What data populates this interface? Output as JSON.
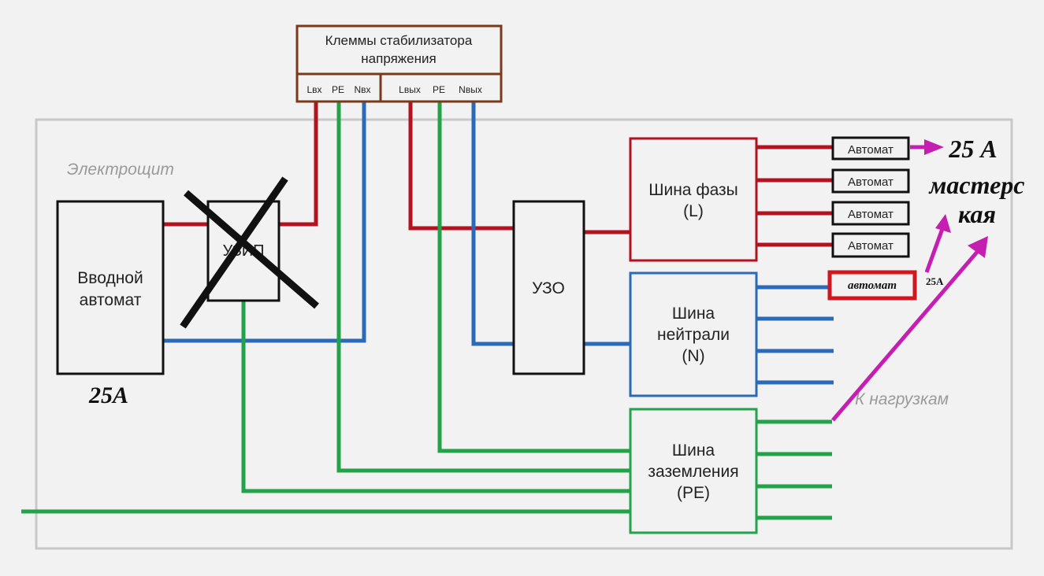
{
  "title": "Схема подключения стабилизатора напряжения",
  "colors": {
    "phase": "#b3121f",
    "neutral": "#2a6ab8",
    "ground": "#22a34a",
    "annotation": "#c41fb0",
    "terminal_border": "#7a3a1a",
    "panel_border": "#c8c8c8"
  },
  "panel": {
    "label": "Электрощит"
  },
  "stabilizer": {
    "title_line1": "Клеммы стабилизатора",
    "title_line2": "напряжения",
    "input_terminals": [
      "Lвх",
      "PE",
      "Nвх"
    ],
    "output_terminals": [
      "Lвых",
      "PE",
      "Nвых"
    ]
  },
  "main_breaker": {
    "line1": "Вводной",
    "line2": "автомат",
    "rating": "25A"
  },
  "surge_protector": {
    "label": "УЗИП",
    "crossed_out": true
  },
  "rcd": {
    "label": "УЗО"
  },
  "phase_bus": {
    "line1": "Шина фазы",
    "line2": "(L)"
  },
  "neutral_bus": {
    "line1": "Шина",
    "line2": "нейтрали",
    "line3": "(N)"
  },
  "ground_bus": {
    "line1": "Шина",
    "line2": "заземления",
    "line3": "(PE)"
  },
  "breakers": [
    "Автомат",
    "Автомат",
    "Автомат",
    "Автомат"
  ],
  "added_breaker": {
    "label": "автомат",
    "rating": "25A"
  },
  "loads_label": "К нагрузкам",
  "annotation": {
    "line1": "25 А",
    "line2": "мастерс",
    "line3": "кая"
  }
}
